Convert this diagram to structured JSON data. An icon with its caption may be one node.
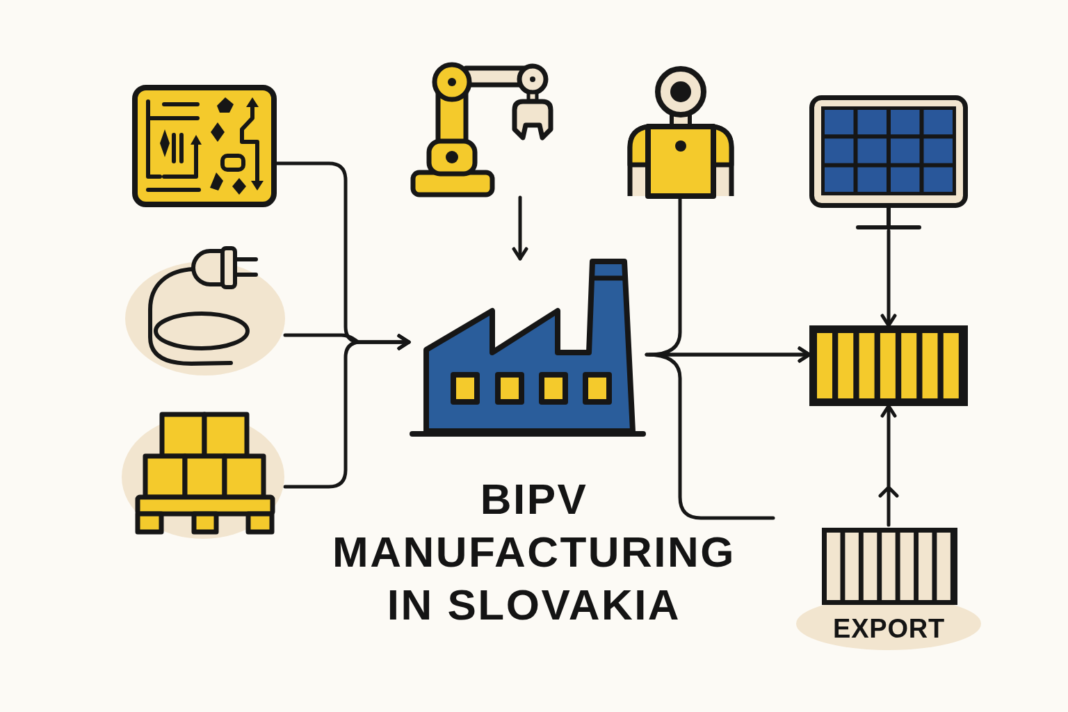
{
  "diagram": {
    "title": "BIPV MANUFACTURING IN SLOVAKIA",
    "nodes": [
      {
        "text": [],
        "shape": "picture"
      },
      {
        "text": [],
        "shape": "picture"
      },
      {
        "text": [],
        "shape": "picture"
      },
      {
        "text": [],
        "shape": "picture"
      },
      {
        "text": [],
        "shape": "picture"
      },
      {
        "text": [],
        "shape": "picture"
      },
      {
        "text": [],
        "shape": "picture"
      },
      {
        "text": [],
        "shape": "picture"
      },
      {
        "text": [
          "EXPORT"
        ]
      }
    ],
    "edges": [
      {
        "from": 0,
        "to": 5,
        "arrow": "to"
      },
      {
        "from": 1,
        "to": 5,
        "arrow": "to"
      },
      {
        "from": 2,
        "to": 5,
        "arrow": "to"
      },
      {
        "from": 3,
        "to": 5,
        "arrow": "to"
      },
      {
        "from": 5,
        "to": 7,
        "arrow": "to"
      },
      {
        "from": 4,
        "to": 7,
        "arrow": "to"
      },
      {
        "from": 5,
        "to": null,
        "arrow": "none"
      },
      {
        "from": 6,
        "to": 7,
        "arrow": "to"
      },
      {
        "from": 8,
        "to": 7,
        "arrow": "to"
      }
    ]
  }
}
